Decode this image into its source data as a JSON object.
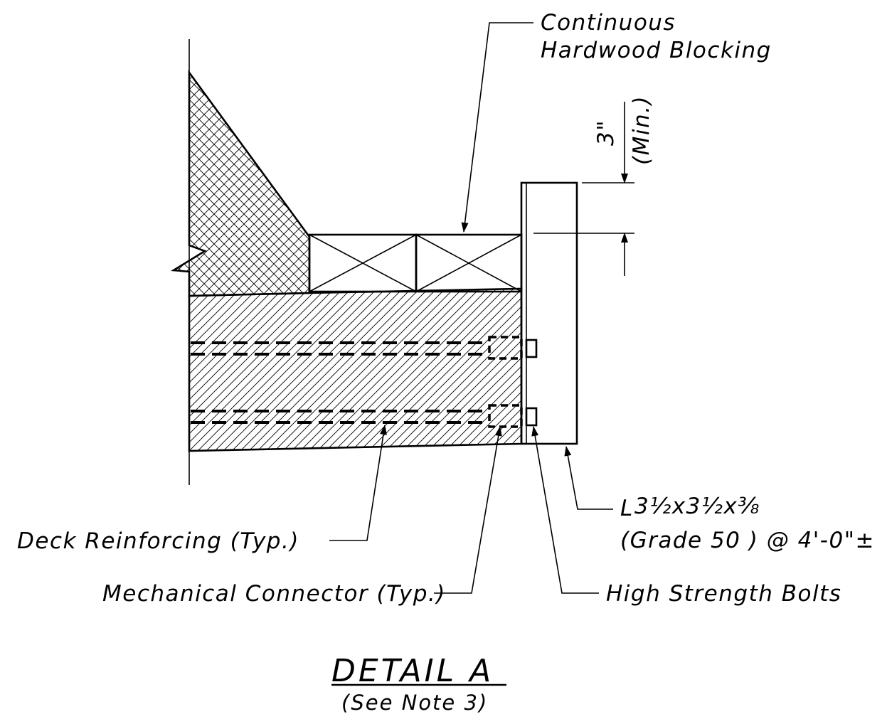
{
  "labels": {
    "blocking_line1": "Continuous",
    "blocking_line2": "Hardwood Blocking",
    "dim_value": "3\"",
    "dim_note": "(Min.)",
    "angle_prefix": "L",
    "angle_size": "3½x3½x⅜",
    "angle_grade": "(Grade 50 ) @ 4'-0\"±",
    "deck_reinforcing": "Deck Reinforcing (Typ.)",
    "mechanical_connector": "Mechanical Connector (Typ.)",
    "high_strength_bolts": "High Strength Bolts"
  },
  "title": {
    "main": "DETAIL A",
    "sub": "(See Note 3)"
  }
}
